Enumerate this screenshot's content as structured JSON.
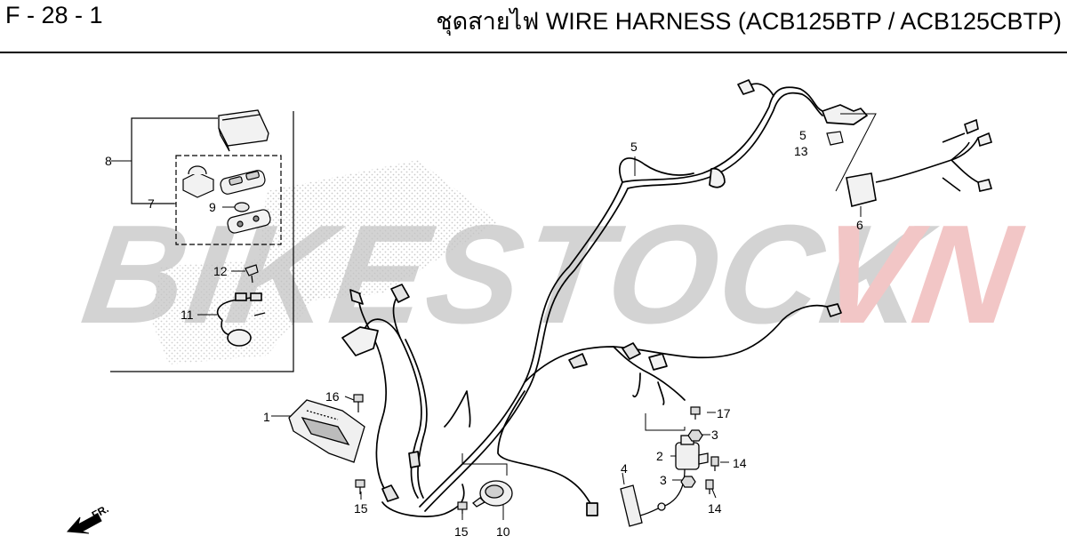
{
  "header": {
    "page_code": "F - 28 - 1",
    "title": "ชุดสายไฟ  WIRE HARNESS (ACB125BTP / ACB125CBTP)"
  },
  "watermark": {
    "text_main": "BIKESTOCK",
    "text_accent": "VN",
    "main_color": "#d3d3d3",
    "accent_color": "#f2c6c6"
  },
  "direction_marker": {
    "label": "FR."
  },
  "callouts": [
    {
      "id": "1",
      "label": "1"
    },
    {
      "id": "2",
      "label": "2"
    },
    {
      "id": "3a",
      "label": "3"
    },
    {
      "id": "3b",
      "label": "3"
    },
    {
      "id": "4",
      "label": "4"
    },
    {
      "id": "5a",
      "label": "5"
    },
    {
      "id": "5b",
      "label": "5"
    },
    {
      "id": "6",
      "label": "6"
    },
    {
      "id": "7",
      "label": "7"
    },
    {
      "id": "8",
      "label": "8"
    },
    {
      "id": "9",
      "label": "9"
    },
    {
      "id": "10",
      "label": "10"
    },
    {
      "id": "11",
      "label": "11"
    },
    {
      "id": "12",
      "label": "12"
    },
    {
      "id": "13",
      "label": "13"
    },
    {
      "id": "14a",
      "label": "14"
    },
    {
      "id": "14b",
      "label": "14"
    },
    {
      "id": "15a",
      "label": "15"
    },
    {
      "id": "15b",
      "label": "15"
    },
    {
      "id": "16",
      "label": "16"
    },
    {
      "id": "17",
      "label": "17"
    }
  ]
}
